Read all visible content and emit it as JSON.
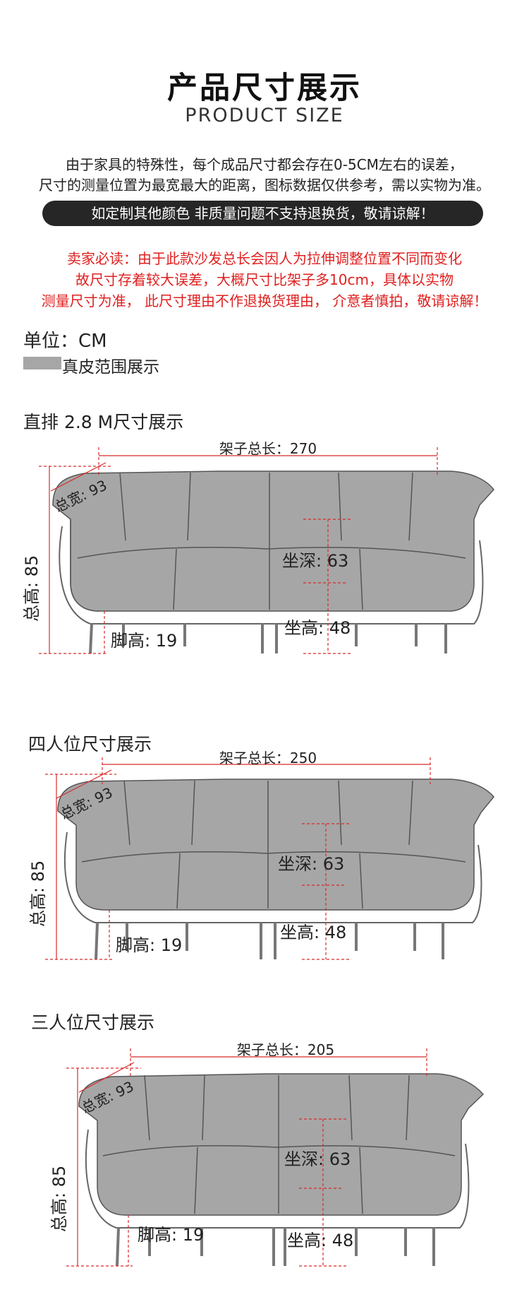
{
  "header": {
    "title": "产品尺寸展示",
    "subtitle": "PRODUCT SIZE"
  },
  "intro": {
    "line1": "由于家具的特殊性，每个成品尺寸都会存在0-5CM左右的误差，",
    "line2": "尺寸的测量位置为最宽最大的距离，图标数据仅供参考，需以实物为准。"
  },
  "notice": "如定制其他颜色 非质量问题不支持退换货，敬请谅解！",
  "warning": {
    "line1": "卖家必读：由于此款沙发总长会因人为拉伸调整位置不同而变化",
    "line2": "故尺寸存着较大误差，大概尺寸比架子多10cm，具体以实物",
    "line3": "测量尺寸为准， 此尺寸理由不作退换货理由， 介意者慎拍，敬请谅解！"
  },
  "unit_label": "单位：CM",
  "legend": {
    "label": "真皮范围展示",
    "color": "#a6a6a6"
  },
  "colors": {
    "dimension_line": "#d92b2b",
    "sofa_fill": "#a6a6a6",
    "sofa_outline": "#555555",
    "notice_bg": "#262626",
    "warning_text": "#e02020"
  },
  "sections": [
    {
      "title": "直排 2.8 M尺寸展示",
      "frame_length": "架子总长：270",
      "total_width": "总宽: 93",
      "total_height": "总高: 85",
      "seat_depth": "坐深: 63",
      "seat_height": "坐高: 48",
      "leg_height": "脚高: 19"
    },
    {
      "title": "四人位尺寸展示",
      "frame_length": "架子总长：250",
      "total_width": "总宽: 93",
      "total_height": "总高: 85",
      "seat_depth": "坐深: 63",
      "seat_height": "坐高: 48",
      "leg_height": "脚高: 19"
    },
    {
      "title": "三人位尺寸展示",
      "frame_length": "架子总长：205",
      "total_width": "总宽: 93",
      "total_height": "总高: 85",
      "seat_depth": "坐深: 63",
      "seat_height": "坐高: 48",
      "leg_height": "脚高: 19"
    }
  ]
}
